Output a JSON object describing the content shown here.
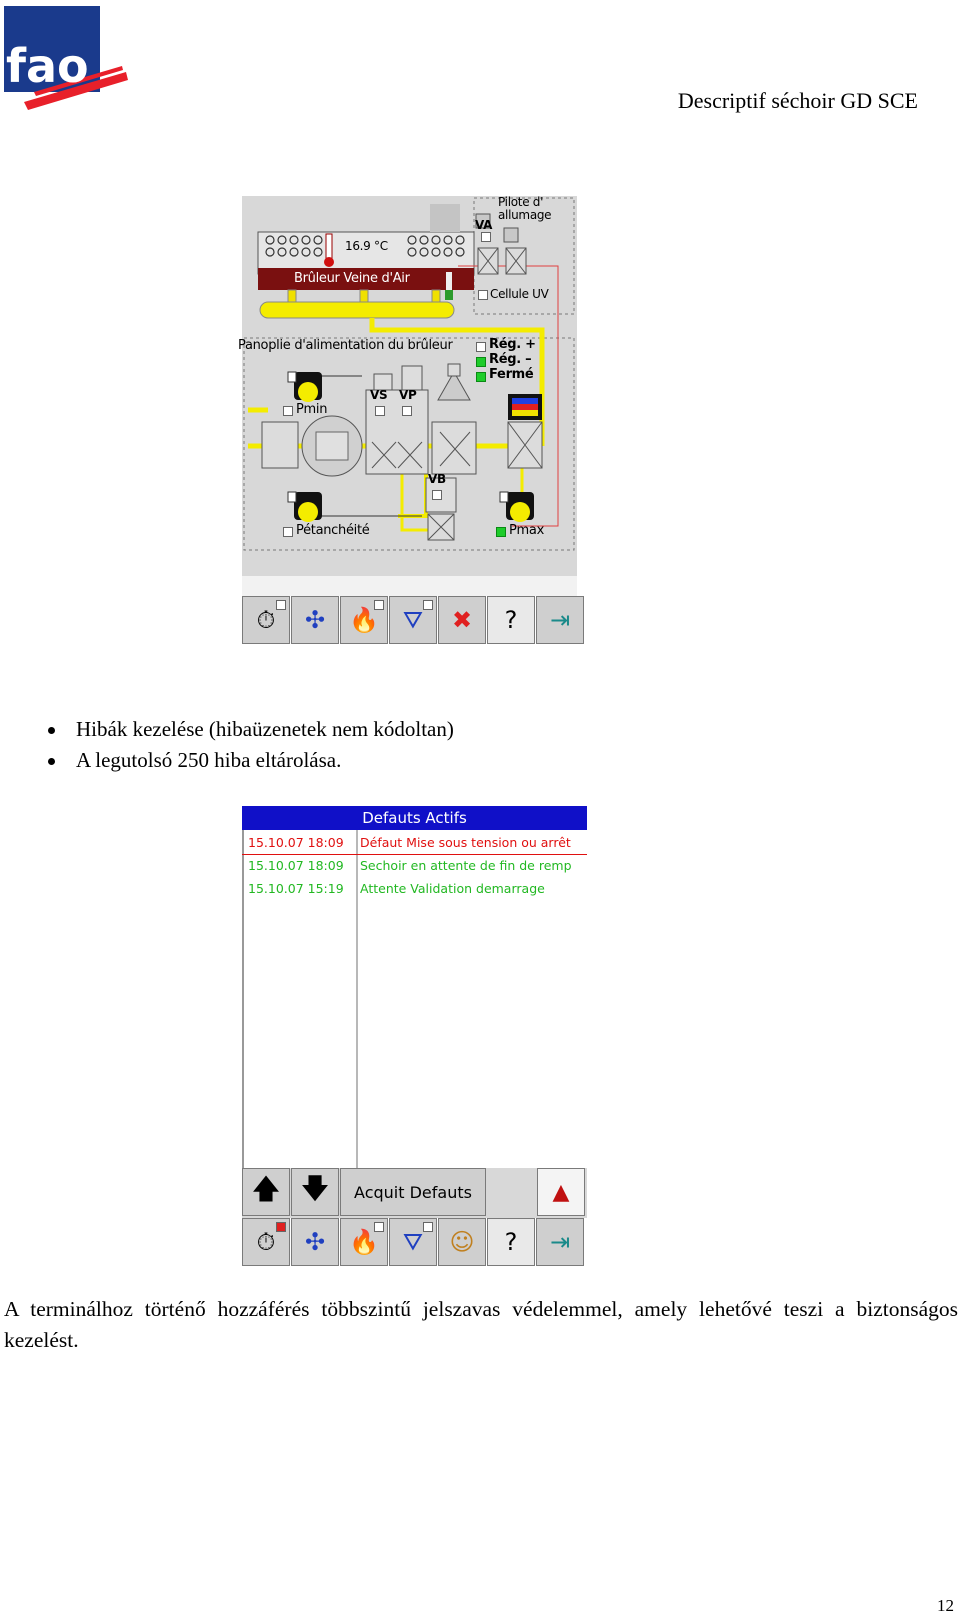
{
  "header": {
    "logo_text": "fao",
    "title": "Descriptif séchoir GD SCE"
  },
  "burner_screen": {
    "temperature": "16.9 °C",
    "burner_label": "Brûleur Veine d'Air",
    "pilot_label_1": "Pilote d'",
    "pilot_label_2": "allumage",
    "va_label": "VA",
    "uv_label": "Cellule UV",
    "panel_label": "Panoplie d'alimentation du brûleur",
    "reg_plus": "Rég. +",
    "reg_minus": "Rég. –",
    "ferme": "Fermé",
    "pmin": "Pmin",
    "vs": "VS",
    "vp": "VP",
    "vb": "VB",
    "petancheite": "Pétanchéité",
    "pmax": "Pmax",
    "toolbar": [
      {
        "name": "clock-chart-icon",
        "glyph": "⏱"
      },
      {
        "name": "fan-icon",
        "glyph": "✣"
      },
      {
        "name": "flame-icon",
        "glyph": "🔥"
      },
      {
        "name": "dryer-icon",
        "glyph": "⛛"
      },
      {
        "name": "user-key-crossed-icon",
        "glyph": "✖"
      },
      {
        "name": "help-icon",
        "glyph": "?"
      },
      {
        "name": "exit-door-icon",
        "glyph": "⇥"
      }
    ]
  },
  "defaults_screen": {
    "title": "Defauts Actifs",
    "rows": [
      {
        "date": "15.10.07 18:09",
        "text": "Défaut Mise sous tension ou arrêt",
        "color": "red"
      },
      {
        "date": "15.10.07 18:09",
        "text": "Sechoir en attente de fin de remp",
        "color": "green"
      },
      {
        "date": "15.10.07 15:19",
        "text": "Attente Validation demarrage",
        "color": "green"
      }
    ],
    "up_arrow": "🡅",
    "down_arrow": "🡇",
    "ack_label": "Acquit Defauts",
    "help_glyph": "?",
    "toolbar": [
      {
        "name": "clock-chart-icon",
        "glyph": "⏱"
      },
      {
        "name": "fan-icon",
        "glyph": "✣"
      },
      {
        "name": "flame-icon",
        "glyph": "🔥"
      },
      {
        "name": "dryer-icon",
        "glyph": "⛛"
      },
      {
        "name": "user-key-icon",
        "glyph": "☺"
      },
      {
        "name": "help-icon",
        "glyph": "?"
      },
      {
        "name": "exit-door-icon",
        "glyph": "⇥"
      }
    ]
  },
  "bullets": [
    "Hibák kezelése (hibaüzenetek nem kódoltan)",
    "A legutolsó 250 hiba eltárolása."
  ],
  "paragraph": "A terminálhoz történő hozzáférés többszintű jelszavas védelemmel, amely lehetővé teszi a biztonságos kezelést.",
  "page_number": "12"
}
